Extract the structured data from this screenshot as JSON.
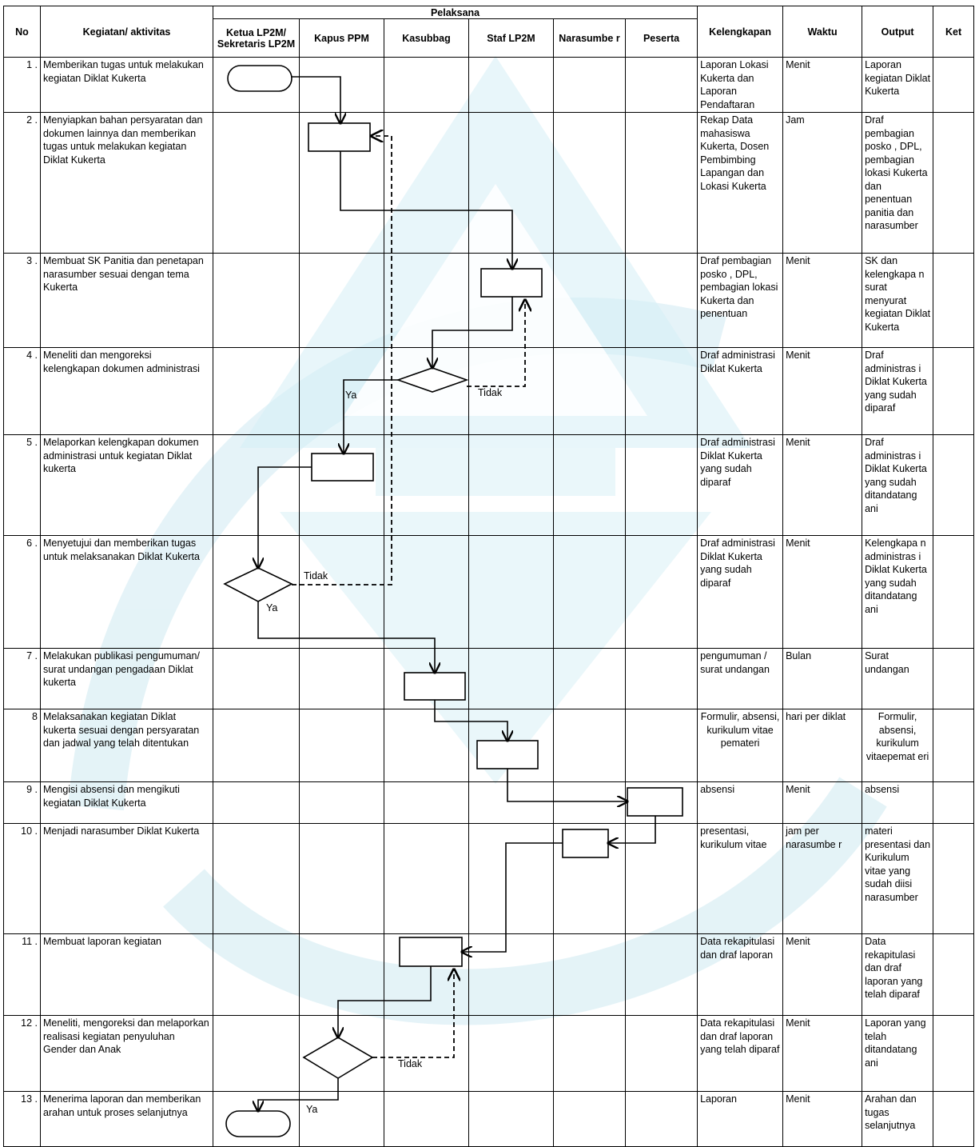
{
  "headers": {
    "no": "No",
    "activity": "Kegiatan/ aktivitas",
    "pelaksana": "Pelaksana",
    "lanes": [
      "Ketua LP2M/ Sekretaris LP2M",
      "Kapus PPM",
      "Kasubbag",
      "Staf LP2M",
      "Narasumbe r",
      "Peserta"
    ],
    "kelengkapan": "Kelengkapan",
    "waktu": "Waktu",
    "output": "Output",
    "ket": "Ket"
  },
  "rows": [
    {
      "no": "1 .",
      "activity": "Memberikan tugas untuk melakukan kegiatan Diklat Kukerta",
      "kelengkapan": "Laporan Lokasi Kukerta dan Laporan Pendaftaran",
      "waktu": "Menit",
      "output": "Laporan kegiatan Diklat Kukerta",
      "ket": ""
    },
    {
      "no": "2 .",
      "activity": "Menyiapkan bahan persyaratan dan dokumen lainnya dan memberikan tugas untuk melakukan kegiatan Diklat Kukerta",
      "kelengkapan": "Rekap Data mahasiswa Kukerta, Dosen Pembimbing Lapangan dan Lokasi Kukerta",
      "waktu": "Jam",
      "output": "Draf pembagian posko , DPL, pembagian lokasi Kukerta dan penentuan panitia dan narasumber",
      "ket": ""
    },
    {
      "no": "3 .",
      "activity": "Membuat SK Panitia dan penetapan narasumber sesuai dengan tema Kukerta",
      "kelengkapan": "Draf pembagian posko , DPL, pembagian lokasi Kukerta dan penentuan",
      "waktu": "Menit",
      "output": "SK dan kelengkapa n surat menyurat kegiatan Diklat Kukerta",
      "ket": ""
    },
    {
      "no": "4 .",
      "activity": "Meneliti dan mengoreksi kelengkapan dokumen administrasi",
      "kelengkapan": "Draf administrasi Diklat Kukerta",
      "waktu": "Menit",
      "output": "Draf administras i Diklat Kukerta yang sudah diparaf",
      "ket": ""
    },
    {
      "no": "5 .",
      "activity": "Melaporkan kelengkapan dokumen administrasi untuk kegiatan Diklat kukerta",
      "kelengkapan": "Draf administrasi Diklat Kukerta yang sudah diparaf",
      "waktu": "Menit",
      "output": "Draf administras i Diklat Kukerta yang sudah ditandatang ani",
      "ket": ""
    },
    {
      "no": "6 .",
      "activity": "Menyetujui dan memberikan tugas untuk melaksanakan Diklat Kukerta",
      "kelengkapan": "Draf administrasi Diklat Kukerta yang sudah diparaf",
      "waktu": "Menit",
      "output": "Kelengkapa n administras i Diklat Kukerta yang sudah ditandatang ani",
      "ket": ""
    },
    {
      "no": "7 .",
      "activity": "Melakukan publikasi pengumuman/ surat undangan pengadaan Diklat kukerta",
      "kelengkapan": "pengumuman / surat undangan",
      "waktu": "Bulan",
      "output": "Surat undangan",
      "ket": ""
    },
    {
      "no": "8",
      "activity": "Melaksanakan kegiatan Diklat kukerta sesuai dengan persyaratan dan jadwal yang telah ditentukan",
      "kelengkapan": "Formulir, absensi, kurikulum vitae pemateri",
      "waktu": "hari per diklat",
      "output": "Formulir, absensi, kurikulum vitaepemat eri",
      "ket": ""
    },
    {
      "no": "9 .",
      "activity": "Mengisi absensi dan mengikuti kegiatan Diklat Kukerta",
      "kelengkapan": "absensi",
      "waktu": "Menit",
      "output": "absensi",
      "ket": ""
    },
    {
      "no": "10 .",
      "activity": "Menjadi narasumber Diklat Kukerta",
      "kelengkapan": "presentasi, kurikulum vitae",
      "waktu": "jam per narasumbe r",
      "output": "materi presentasi dan Kurikulum vitae yang sudah diisi narasumber",
      "ket": ""
    },
    {
      "no": "11 .",
      "activity": "Membuat laporan kegiatan",
      "kelengkapan": "Data rekapitulasi dan draf laporan",
      "waktu": "Menit",
      "output": "Data rekapitulasi dan draf laporan yang telah diparaf",
      "ket": ""
    },
    {
      "no": "12 .",
      "activity": "Meneliti, mengoreksi dan melaporkan realisasi kegiatan penyuluhan Gender dan Anak",
      "kelengkapan": "Data rekapitulasi dan draf laporan yang telah diparaf",
      "waktu": "Menit",
      "output": "Laporan yang telah ditandatang ani",
      "ket": ""
    },
    {
      "no": "13 .",
      "activity": "Menerima laporan dan memberikan arahan untuk proses selanjutnya",
      "kelengkapan": "Laporan",
      "waktu": "Menit",
      "output": "Arahan dan tugas selanjutnya",
      "ket": ""
    }
  ],
  "flow_labels": {
    "ya": "Ya",
    "tidak": "Tidak"
  }
}
